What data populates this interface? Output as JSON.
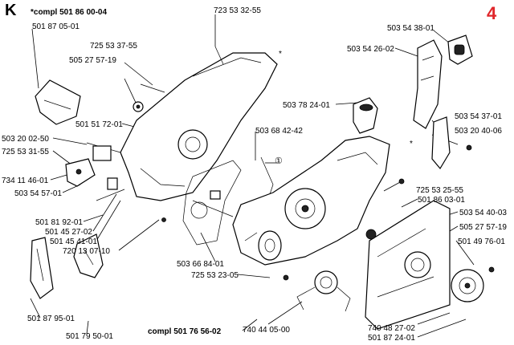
{
  "section_letter": "K",
  "page_number": "4",
  "page_number_color": "#e0262a",
  "callouts": [
    {
      "id": "c1",
      "text": "*compl 501 86 00-04",
      "bold": true
    },
    {
      "id": "c2",
      "text": "501 87 05-01",
      "bold": false
    },
    {
      "id": "c3",
      "text": "725 53 37-55",
      "bold": false
    },
    {
      "id": "c4",
      "text": "505 27 57-19",
      "bold": false
    },
    {
      "id": "c5",
      "text": "723 53 32-55",
      "bold": false
    },
    {
      "id": "c6",
      "text": "503 54 38-01",
      "bold": false
    },
    {
      "id": "c7",
      "text": "503 54 26-02",
      "bold": false
    },
    {
      "id": "c8",
      "text": "503 78 24-01",
      "bold": false
    },
    {
      "id": "c9",
      "text": "503 54 37-01",
      "bold": false
    },
    {
      "id": "c10",
      "text": "503 20 40-06",
      "bold": false
    },
    {
      "id": "c11",
      "text": "501 51 72-01",
      "bold": false
    },
    {
      "id": "c12",
      "text": "503 68 42-42",
      "bold": false
    },
    {
      "id": "c13",
      "text": "503 20 02-50",
      "bold": false
    },
    {
      "id": "c14",
      "text": "725 53 31-55",
      "bold": false
    },
    {
      "id": "c15",
      "text": "734 11 46-01",
      "bold": false
    },
    {
      "id": "c16",
      "text": "503 54 57-01",
      "bold": false
    },
    {
      "id": "c17",
      "text": "725 53 25-55",
      "bold": false
    },
    {
      "id": "c18",
      "text": "501 86 03-01",
      "bold": false
    },
    {
      "id": "c19",
      "text": "503 54 40-03",
      "bold": false
    },
    {
      "id": "c20",
      "text": "501 81 92-01",
      "bold": false
    },
    {
      "id": "c21",
      "text": "501 45 27-02",
      "bold": false
    },
    {
      "id": "c22",
      "text": "501 45 41-01",
      "bold": false
    },
    {
      "id": "c23",
      "text": "720 13 07-10",
      "bold": false
    },
    {
      "id": "c24",
      "text": "503 66 84-01",
      "bold": false
    },
    {
      "id": "c25",
      "text": "505 27 57-19",
      "bold": false
    },
    {
      "id": "c26",
      "text": "501 49 76-01",
      "bold": false
    },
    {
      "id": "c27",
      "text": "725 53 23-05",
      "bold": false
    },
    {
      "id": "c28",
      "text": "501 87 95-01",
      "bold": false
    },
    {
      "id": "c29",
      "text": "501 79 50-01",
      "bold": false
    },
    {
      "id": "c30",
      "text": "compl 501 76 56-02",
      "bold": true
    },
    {
      "id": "c31",
      "text": "740 44 05-00",
      "bold": false
    },
    {
      "id": "c32",
      "text": "740 48 27-02",
      "bold": false
    },
    {
      "id": "c33",
      "text": "501 87 24-01",
      "bold": false
    }
  ],
  "reference_mark": "①"
}
